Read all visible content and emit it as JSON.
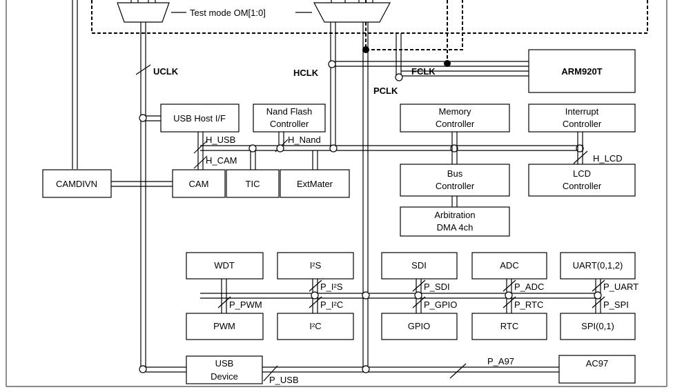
{
  "diagram": {
    "top": {
      "test_mode": "Test mode OM[1:0]",
      "arm": "ARM920T"
    },
    "clocks": {
      "uclk": "UCLK",
      "hclk": "HCLK",
      "fclk": "FCLK",
      "pclk": "PCLK"
    },
    "ahb": {
      "usb_host": "USB Host I/F",
      "nand_line1": "Nand Flash",
      "nand_line2": "Controller",
      "mem_line1": "Memory",
      "mem_line2": "Controller",
      "int_line1": "Interrupt",
      "int_line2": "Controller",
      "camdivn": "CAMDIVN",
      "cam": "CAM",
      "tic": "TIC",
      "extmater": "ExtMater",
      "bus_line1": "Bus",
      "bus_line2": "Controller",
      "lcd_line1": "LCD",
      "lcd_line2": "Controller",
      "arb_line1": "Arbitration",
      "arb_line2": "DMA 4ch",
      "h_usb": "H_USB",
      "h_nand": "H_Nand",
      "h_cam": "H_CAM",
      "h_lcd": "H_LCD"
    },
    "apb": {
      "wdt": "WDT",
      "i2s": "I²S",
      "sdi": "SDI",
      "adc": "ADC",
      "uart": "UART(0,1,2)",
      "pwm": "PWM",
      "i2c": "I²C",
      "gpio": "GPIO",
      "rtc": "RTC",
      "spi": "SPI(0,1)",
      "usb_dev_line1": "USB",
      "usb_dev_line2": "Device",
      "ac97": "AC97",
      "p_i2s": "P_I²S",
      "p_sdi": "P_SDI",
      "p_adc": "P_ADC",
      "p_uart": "P_UART",
      "p_pwm": "P_PWM",
      "p_i2c": "P_I²C",
      "p_gpio": "P_GPIO",
      "p_rtc": "P_RTC",
      "p_spi": "P_SPI",
      "p_usb": "P_USB",
      "p_a97": "P_A97"
    }
  }
}
